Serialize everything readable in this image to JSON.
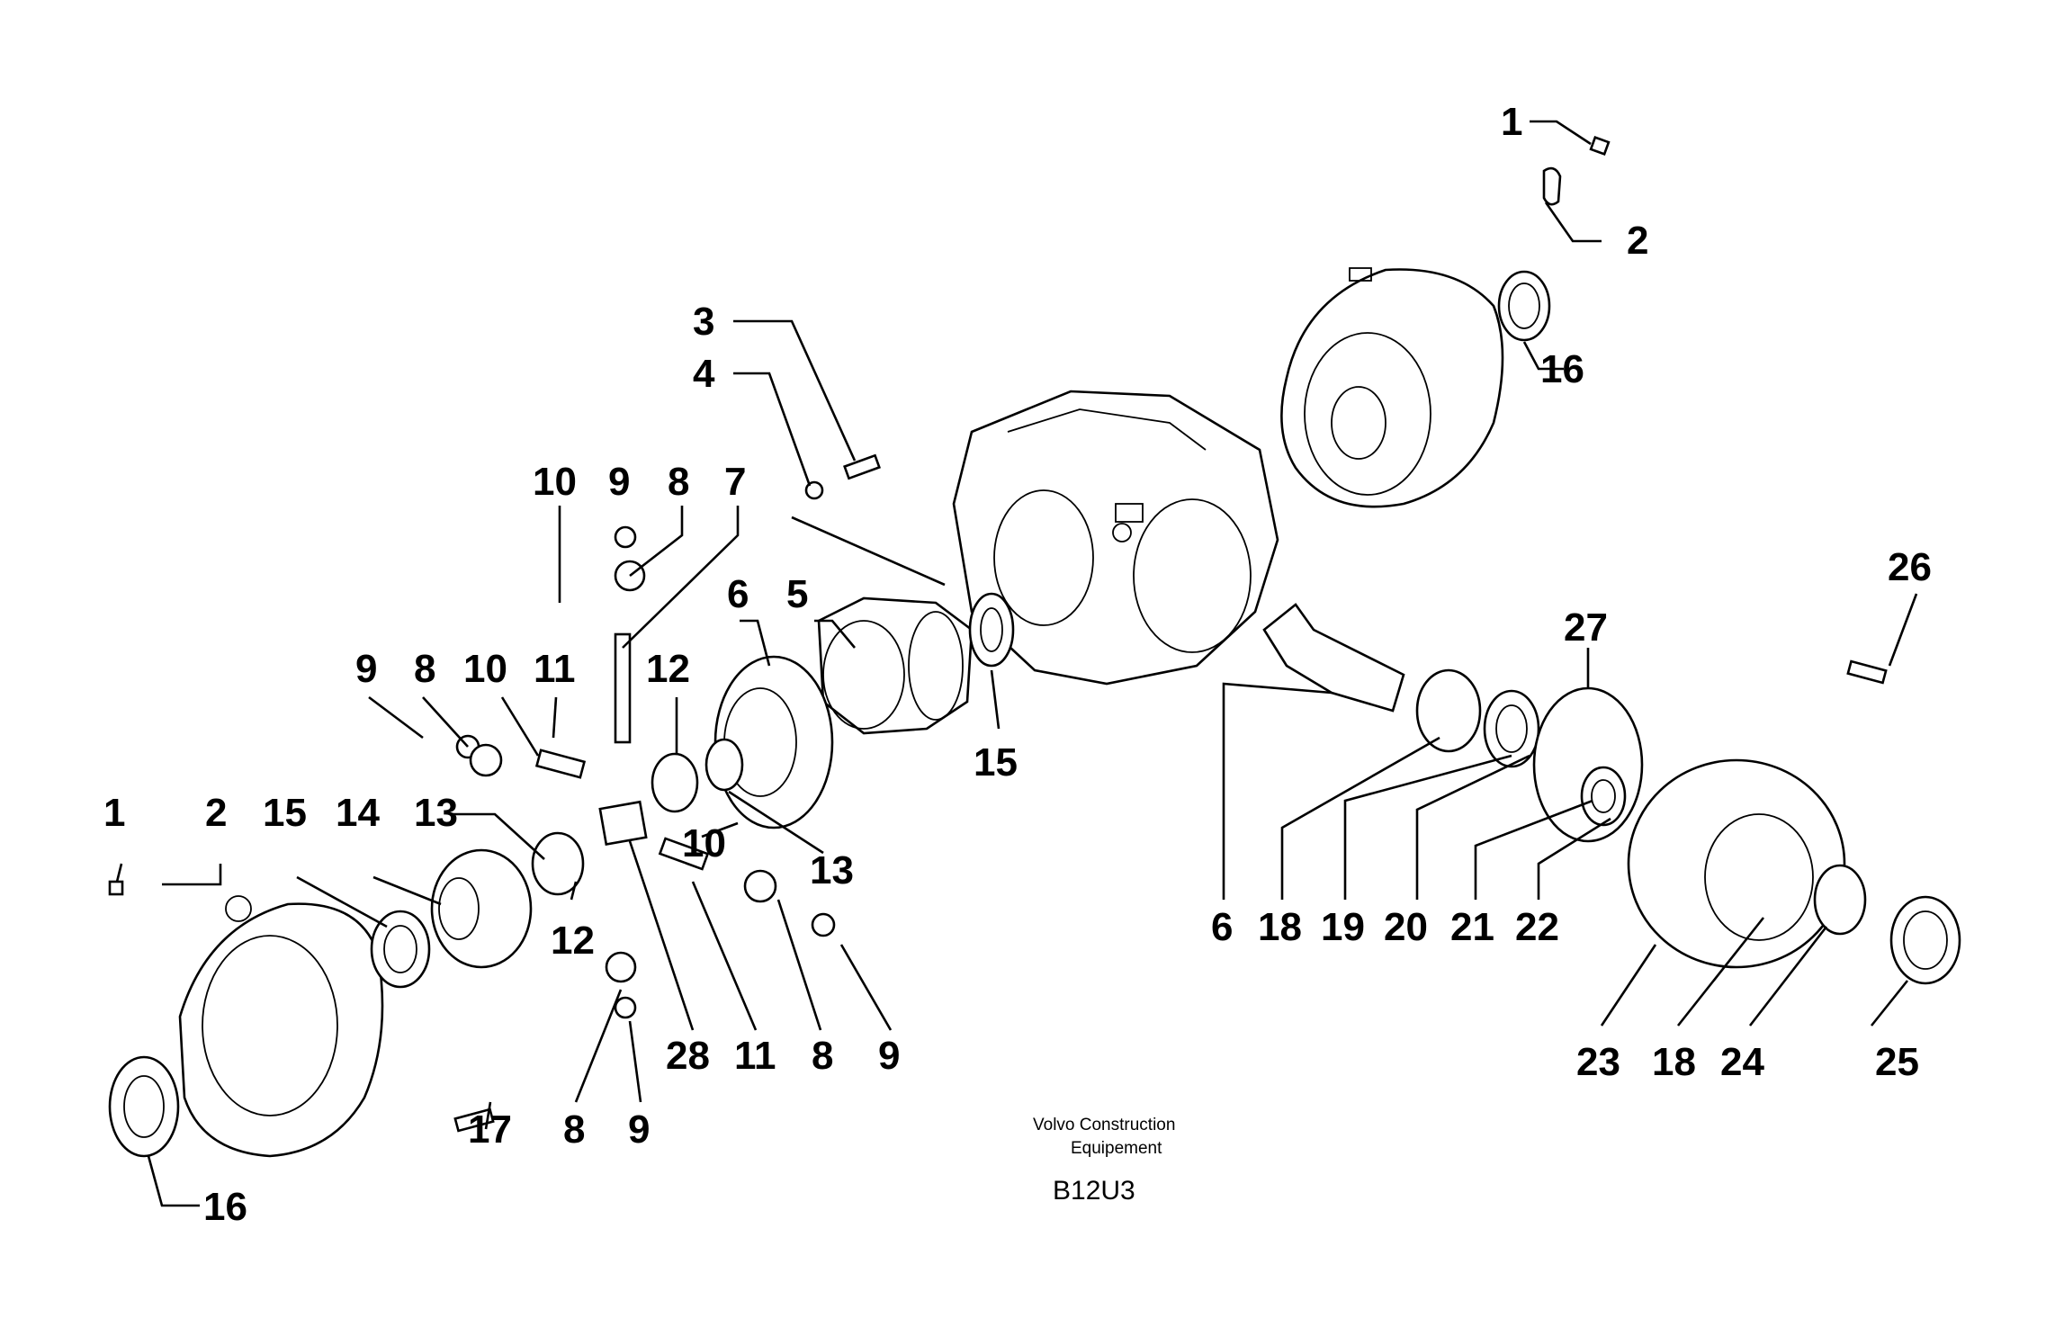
{
  "diagram": {
    "caption_line1": "Volvo Construction",
    "caption_line2": "Equipement",
    "code": "B12U3",
    "callouts": {
      "c1_top": "1",
      "c2_top": "2",
      "c16_top": "16",
      "c3": "3",
      "c4": "4",
      "c10_a": "10",
      "c9_a": "9",
      "c8_a": "8",
      "c7": "7",
      "c6_top": "6",
      "c5": "5",
      "c15_mid": "15",
      "c26": "26",
      "c27": "27",
      "c9_b": "9",
      "c8_b": "8",
      "c10_b": "10",
      "c11_a": "11",
      "c12_a": "12",
      "c1_left": "1",
      "c2_left": "2",
      "c15_left": "15",
      "c14": "14",
      "c13_a": "13",
      "c10_c": "10",
      "c13_b": "13",
      "c12_b": "12",
      "c6_bottom": "6",
      "c18_a": "18",
      "c19": "19",
      "c20": "20",
      "c21": "21",
      "c22": "22",
      "c23": "23",
      "c18_b": "18",
      "c24": "24",
      "c25": "25",
      "c28": "28",
      "c11_b": "11",
      "c8_c": "8",
      "c9_c": "9",
      "c17": "17",
      "c8_d": "8",
      "c9_d": "9",
      "c16_bottom": "16"
    }
  }
}
